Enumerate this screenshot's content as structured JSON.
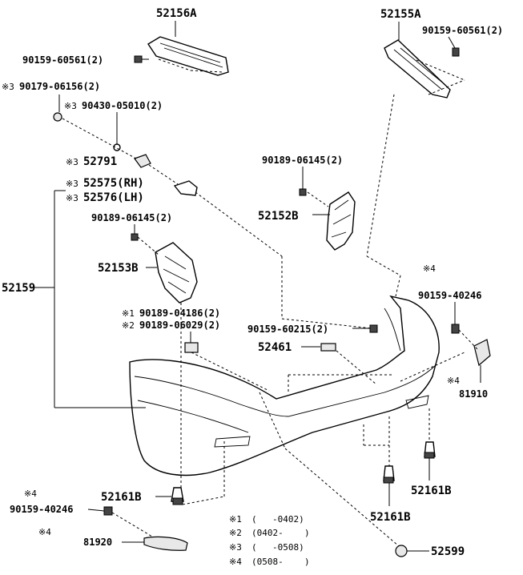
{
  "labels": {
    "p52156A": "52156A",
    "p52155A": "52155A",
    "p90159_60561_left": "90159-60561(2)",
    "p90159_60561_right": "90159-60561(2)",
    "p90179_06156": "90179-06156(2)",
    "p90430_05010": "90430-05010(2)",
    "p52791": "52791",
    "p52575": "52575(RH)",
    "p52576": "52576(LH)",
    "p90189_06145_upper": "90189-06145(2)",
    "p90189_06145_lower": "90189-06145(2)",
    "p52152B": "52152B",
    "p52153B": "52153B",
    "p52159": "52159",
    "p90189_04186": "90189-04186(2)",
    "p90189_06029": "90189-06029(2)",
    "p90159_60215": "90159-60215(2)",
    "p52461": "52461",
    "p90159_40246_right": "90159-40246",
    "p81910": "81910",
    "p52161B_left": "52161B",
    "p52161B_right": "52161B",
    "p52161B_center": "52161B",
    "p90159_40246_left": "90159-40246",
    "p81920": "81920",
    "p52599": "52599"
  },
  "marks": {
    "m3_a": "※3",
    "m3_b": "※3",
    "m3_c": "※3",
    "m3_d": "※3",
    "m3_e": "※3",
    "m1": "※1",
    "m2": "※2",
    "m4_a": "※4",
    "m4_b": "※4",
    "m4_c": "※4",
    "m4_d": "※4"
  },
  "legend": {
    "k1": "※1",
    "v1_open": "(",
    "v1_close": "-0402)",
    "k2": "※2",
    "v2": "(0402-",
    "v2_close": ")",
    "k3": "※3",
    "v3_open": "(",
    "v3_close": "-0508)",
    "k4": "※4",
    "v4": "(0508-",
    "v4_close": ")"
  }
}
